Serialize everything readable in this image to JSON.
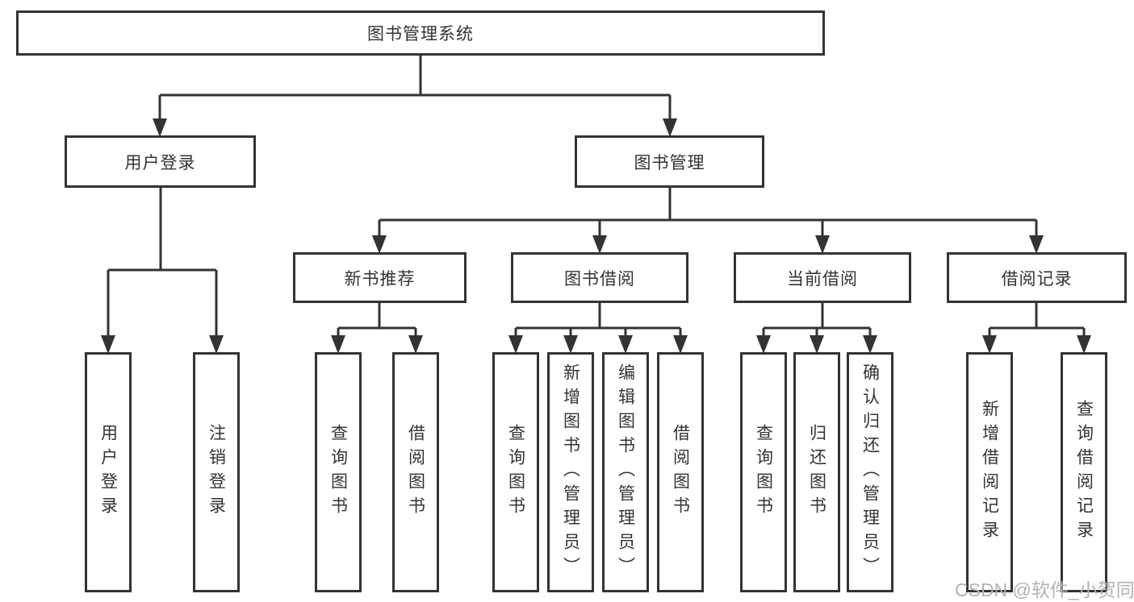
{
  "diagram": {
    "root": {
      "label": "图书管理系统"
    },
    "branches": {
      "user_login": {
        "label": "用户登录",
        "children": [
          "用户登录",
          "注销登录"
        ]
      },
      "book_mgmt": {
        "label": "图书管理",
        "sections": {
          "new_books": {
            "label": "新书推荐",
            "children": [
              "查询图书",
              "借阅图书"
            ]
          },
          "book_borrow": {
            "label": "图书借阅",
            "children": [
              "查询图书",
              "新增图书（管理员）",
              "编辑图书（管理员）",
              "借阅图书"
            ]
          },
          "current_borrow": {
            "label": "当前借阅",
            "children": [
              "查询图书",
              "归还图书",
              "确认归还（管理员）"
            ]
          },
          "borrow_records": {
            "label": "借阅记录",
            "children": [
              "新增借阅记录",
              "查询借阅记录"
            ]
          }
        }
      }
    }
  },
  "watermark": {
    "text": "CSDN @软件_小贺同学"
  },
  "colors": {
    "line": "#333333",
    "text": "#333333",
    "watermark": "#b2b2b2",
    "background": "#ffffff"
  }
}
